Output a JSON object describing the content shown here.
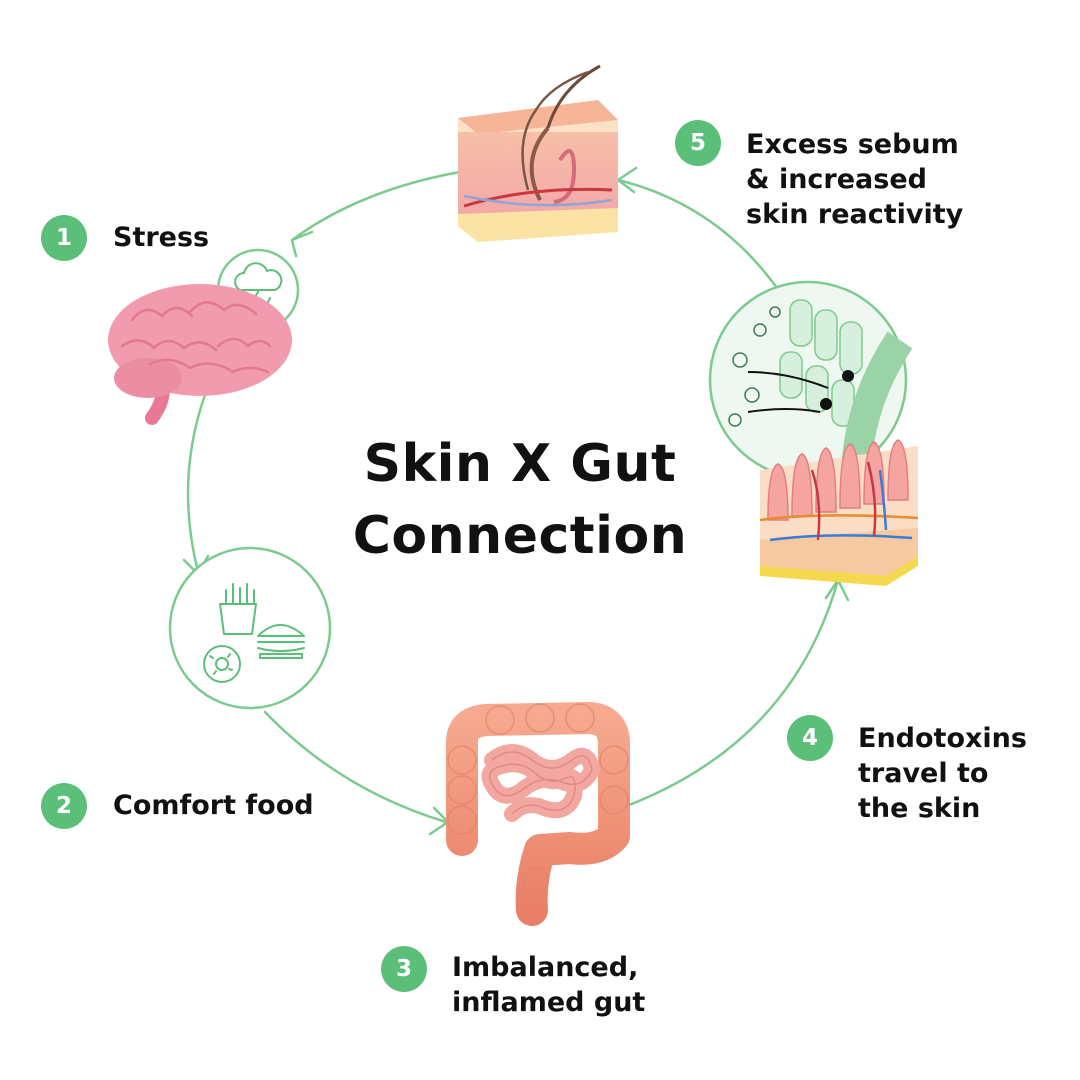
{
  "title": {
    "line1": "Skin X Gut",
    "line2": "Connection"
  },
  "colors": {
    "accent": "#5BBF7A",
    "ring": "#7CCB8E",
    "text": "#111111",
    "brain": "#F29AAE",
    "skin": "#F6B6B0",
    "gut": "#EE8E74"
  },
  "steps": [
    {
      "number": "1",
      "lines": [
        "Stress"
      ],
      "icon": "storm-cloud-icon",
      "illustration": "brain-illustration"
    },
    {
      "number": "2",
      "lines": [
        "Comfort food"
      ],
      "icon": "junk-food-icon",
      "illustration": "fries-burger-donut-icon"
    },
    {
      "number": "3",
      "lines": [
        "Imbalanced,",
        "inflamed gut"
      ],
      "illustration": "intestines-illustration"
    },
    {
      "number": "4",
      "lines": [
        "Endotoxins",
        "travel to",
        "the skin"
      ],
      "illustration": "intestinal-villi-illustration"
    },
    {
      "number": "5",
      "lines": [
        "Excess sebum",
        "& increased",
        "skin reactivity"
      ],
      "illustration": "skin-cross-section-illustration"
    }
  ]
}
